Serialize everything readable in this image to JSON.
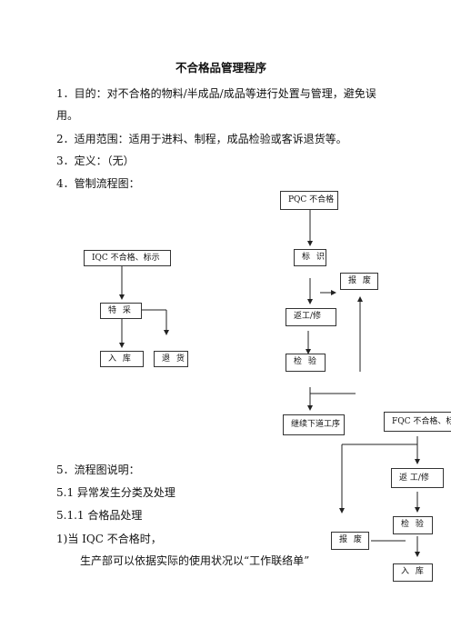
{
  "document": {
    "title": "不合格品管理程序",
    "item1_line1": "1．目的：对不合格的物料/半成品/成品等进行处置与管理，避免误",
    "item1_line2": "用。",
    "item2": "2．适用范围：适用于进料、制程，成品检验或客诉退货等。",
    "item3": "3．定义：（无）",
    "item4": "4．管制流程图：",
    "item5": "5．流程图说明：",
    "item5_1": "5.1 异常发生分类及处理",
    "item5_1_1": "5.1.1 合格品处理",
    "item_1": "1)当 IQC 不合格时，",
    "item_1_body": "生产部可以依据实际的使用状况以“工作联络单”"
  },
  "flowchart": {
    "iqc": {
      "start": "IQC 不合格、标示",
      "special": "特 采",
      "stock": "入 库",
      "return": "退 货"
    },
    "pqc": {
      "start": "PQC 不合格",
      "mark": "标 识",
      "scrap": "报 废",
      "rework": "返工/修",
      "inspect": "检 验",
      "next": "继续下道工序"
    },
    "fqc": {
      "start": "FQC 不合格、标示",
      "rework": "返 工/修",
      "inspect": "检 验",
      "scrap": "报 废",
      "stock": "入 库"
    }
  }
}
